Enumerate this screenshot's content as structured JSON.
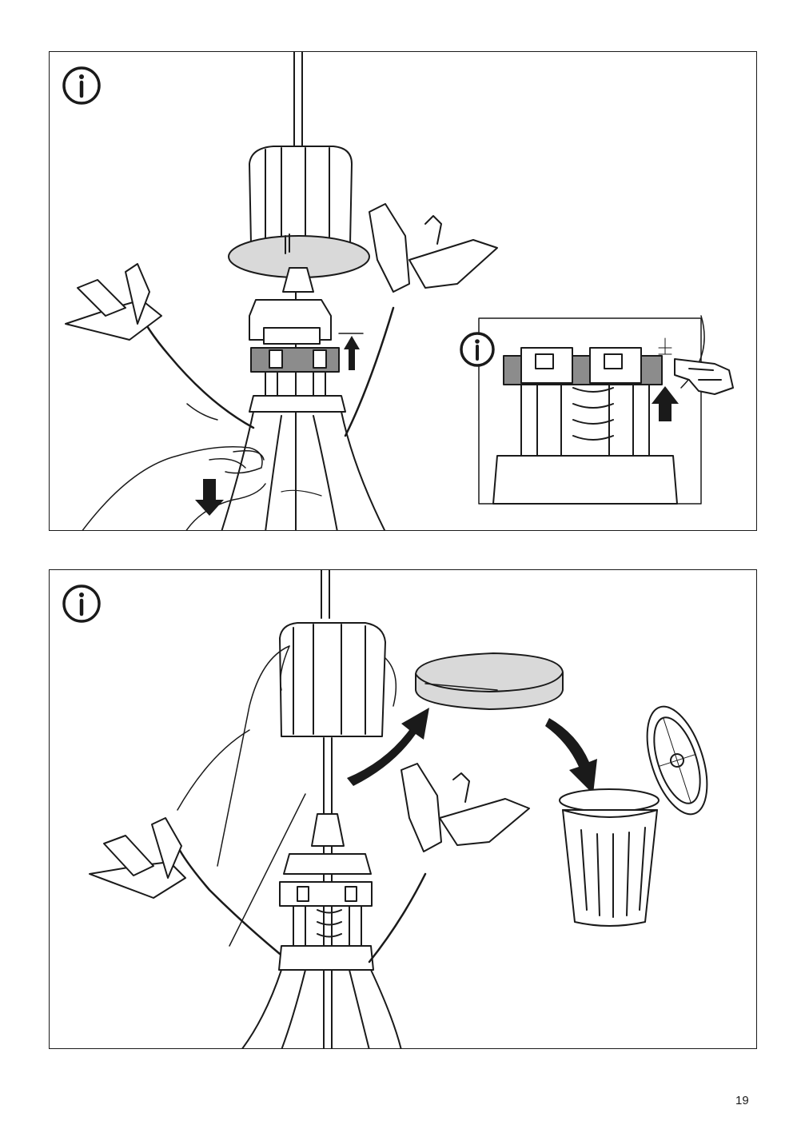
{
  "page": {
    "page_number": "19"
  },
  "panels": [
    {
      "icon": "info-icon",
      "steps": [
        "pull-shade-down",
        "lift-ring-up"
      ],
      "detail_icon": "info-icon",
      "detail_hand_icon": "pointing-hand-icon"
    },
    {
      "icon": "info-icon",
      "steps": [
        "remove-disc",
        "discard-disc"
      ],
      "bin_icon": "trash-bin-icon"
    }
  ],
  "colors": {
    "ink": "#1a1a1a",
    "part_fill": "#d9d9d9",
    "ring_fill": "#8c8c8c",
    "paper": "#ffffff"
  }
}
